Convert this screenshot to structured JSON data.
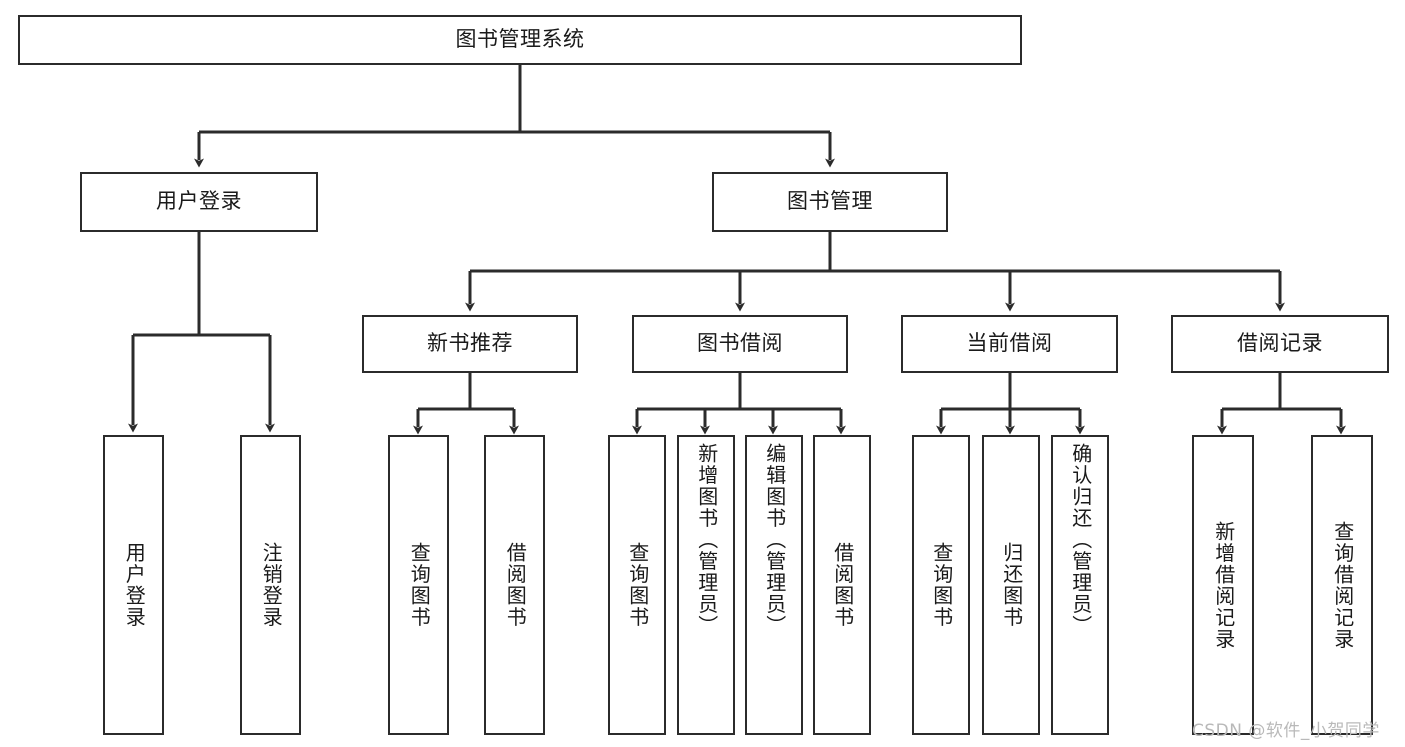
{
  "diagram": {
    "title": "图书管理系统",
    "type": "hierarchy-tree",
    "background_color": "#ffffff",
    "line_color": "#2b2b2b",
    "text_color": "#1a1a1a",
    "watermark": "CSDN @软件_小贺同学",
    "levels": {
      "root": {
        "label": "图书管理系统",
        "orientation": "horizontal"
      },
      "level2": [
        {
          "label": "用户登录",
          "orientation": "horizontal"
        },
        {
          "label": "图书管理",
          "orientation": "horizontal"
        }
      ],
      "level3": [
        {
          "label": "新书推荐",
          "orientation": "horizontal"
        },
        {
          "label": "图书借阅",
          "orientation": "horizontal"
        },
        {
          "label": "当前借阅",
          "orientation": "horizontal"
        },
        {
          "label": "借阅记录",
          "orientation": "horizontal"
        }
      ],
      "leaves_user_login": [
        {
          "label": "用户登录",
          "orientation": "vertical"
        },
        {
          "label": "注销登录",
          "orientation": "vertical"
        }
      ],
      "leaves_new_book": [
        {
          "label": "查询图书",
          "orientation": "vertical"
        },
        {
          "label": "借阅图书",
          "orientation": "vertical"
        }
      ],
      "leaves_borrow": [
        {
          "label": "查询图书",
          "orientation": "vertical"
        },
        {
          "label": "新增图书（管理员）",
          "orientation": "vertical"
        },
        {
          "label": "编辑图书（管理员）",
          "orientation": "vertical"
        },
        {
          "label": "借阅图书",
          "orientation": "vertical"
        }
      ],
      "leaves_current": [
        {
          "label": "查询图书",
          "orientation": "vertical"
        },
        {
          "label": "归还图书",
          "orientation": "vertical"
        },
        {
          "label": "确认归还（管理员）",
          "orientation": "vertical"
        }
      ],
      "leaves_records": [
        {
          "label": "新增借阅记录",
          "orientation": "vertical"
        },
        {
          "label": "查询借阅记录",
          "orientation": "vertical"
        }
      ]
    }
  }
}
